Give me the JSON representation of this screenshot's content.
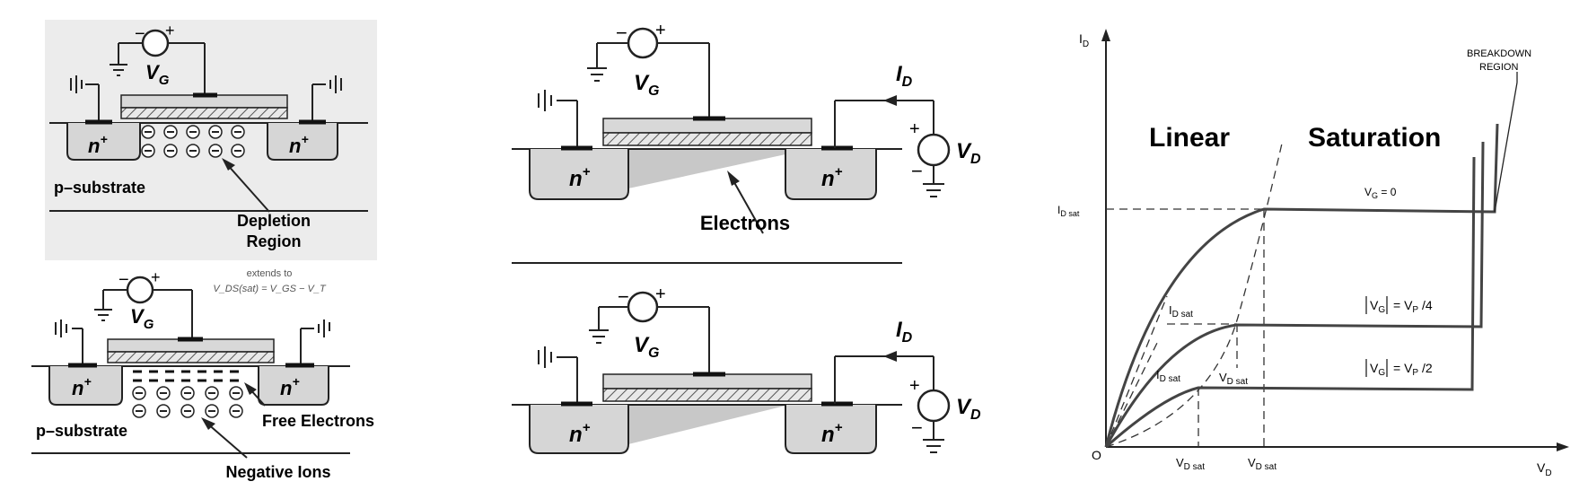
{
  "diagram": {
    "labels": {
      "gate_voltage": "V",
      "gate_sub": "G",
      "n_plus": "n",
      "plus_sup": "+",
      "p_substrate": "p–substrate",
      "depletion_region_line1": "Depletion",
      "depletion_region_line2": "Region",
      "extends_to_line1": "extends to",
      "extends_to_line2": "V_DS(sat) = V_GS − V_T",
      "free_electrons": "Free Electrons",
      "negative_ions": "Negative Ions",
      "electrons": "Electrons",
      "drain_current": "I",
      "drain_current_sub": "D",
      "drain_voltage": "V",
      "drain_voltage_sub": "D",
      "plus_sign": "+",
      "minus_sign": "−"
    },
    "iv_graph": {
      "y_axis_label": "I",
      "y_axis_sub": "D",
      "x_axis_label": "V",
      "x_axis_sub": "D",
      "origin": "O",
      "region_linear": "Linear",
      "region_saturation": "Saturation",
      "breakdown_line1": "BREAKDOWN",
      "breakdown_line2": "REGION",
      "idsat_axis": "I",
      "idsat_sub": "D sat",
      "vdsat": "V",
      "vdsat_sub": "D sat",
      "curve_vg0": "V",
      "curve_vg0_tail": " = 0",
      "curve_vp4": "= V",
      "curve_vp4_tail": " /4",
      "curve_vp2": "= V",
      "curve_vp2_tail": " /2",
      "vg_abs": "V",
      "vp_sub": "P",
      "vg_sub": "G"
    }
  }
}
